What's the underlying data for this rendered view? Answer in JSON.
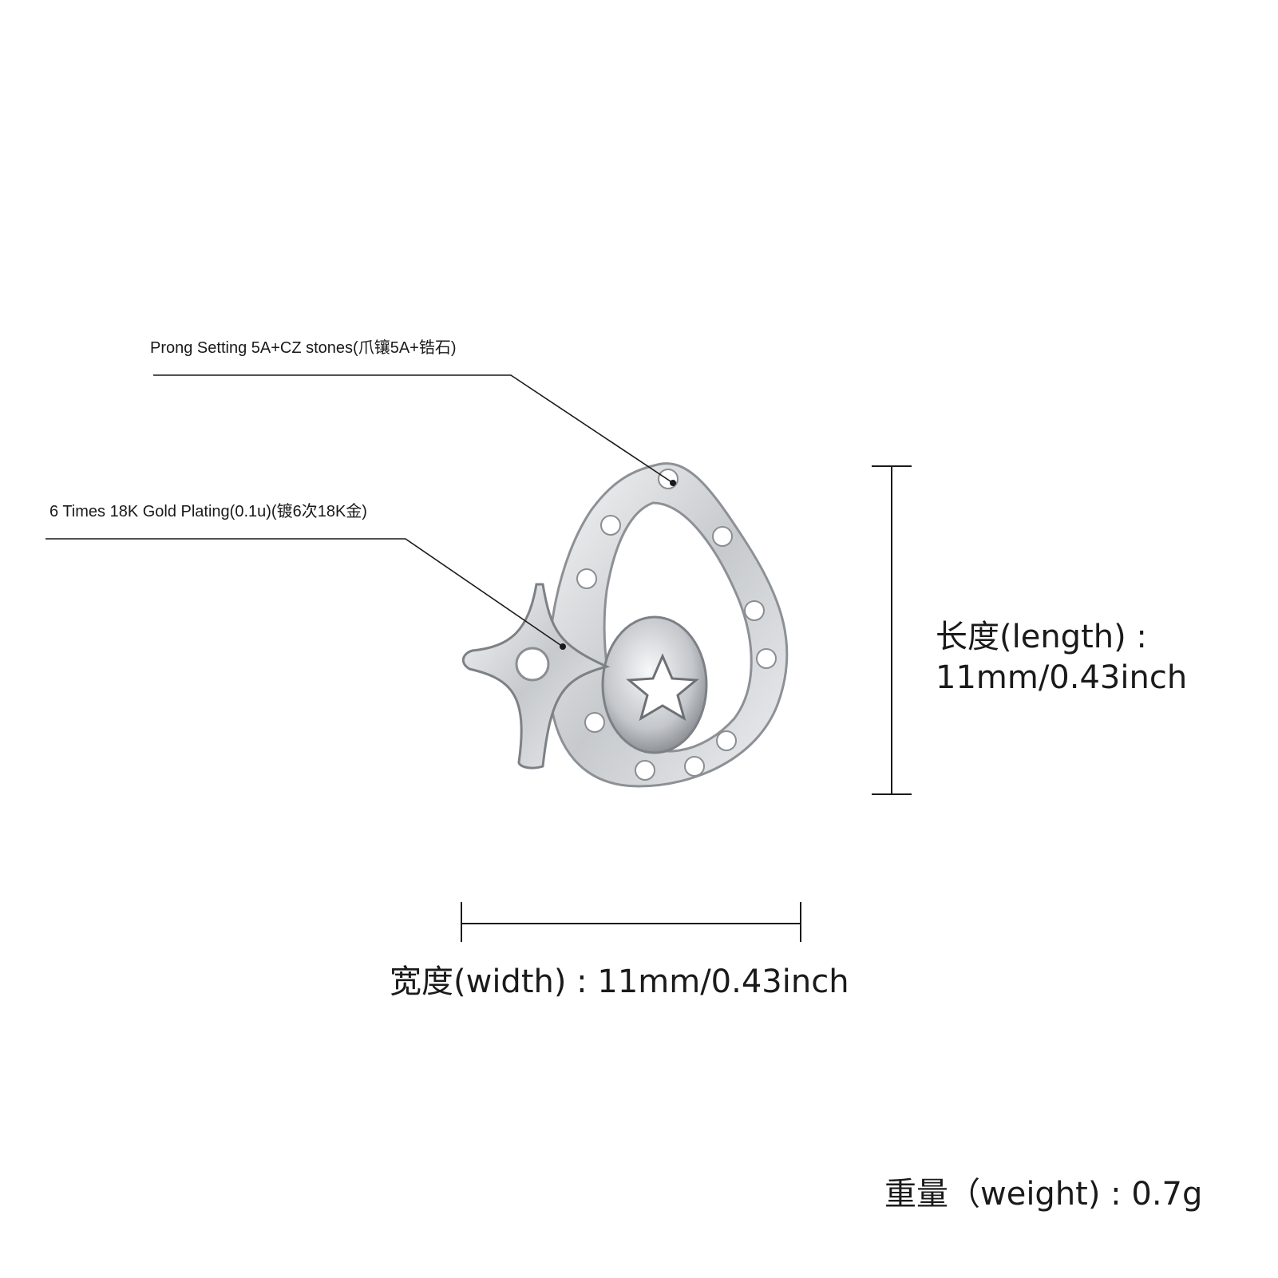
{
  "callouts": {
    "prong": "Prong Setting 5A+CZ stones(爪镶5A+锆石)",
    "plating": "6 Times  18K  Gold  Plating(0.1u)(镀6次18K金)"
  },
  "dimensions": {
    "length_label": "长度(length) :",
    "length_value": "11mm/0.43inch",
    "width": "宽度(width) : 11mm/0.43inch",
    "weight": "重量（weight) : 0.7g"
  },
  "colors": {
    "line": "#1a1a1a",
    "metal": "#c9ccd0",
    "metal_dark": "#8d9196"
  }
}
